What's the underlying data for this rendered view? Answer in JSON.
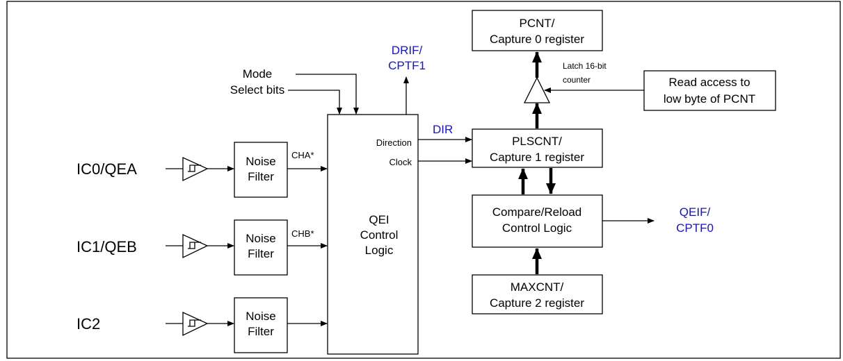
{
  "inputs": {
    "ic0": "IC0/QEA",
    "ic1": "IC1/QEB",
    "ic2": "IC2"
  },
  "noise_filter": {
    "line1": "Noise",
    "line2": "Filter"
  },
  "signals": {
    "cha": "CHA*",
    "chb": "CHB*",
    "direction": "Direction",
    "clock": "Clock",
    "dir": "DIR"
  },
  "mode_select": {
    "line1": "Mode",
    "line2": "Select bits"
  },
  "qei_block": {
    "line1": "QEI",
    "line2": "Control",
    "line3": "Logic"
  },
  "drif": {
    "line1": "DRIF/",
    "line2": "CPTF1"
  },
  "pcnt_box": {
    "line1": "PCNT/",
    "line2": "Capture 0 register"
  },
  "latch": {
    "line1": "Latch 16-bit",
    "line2": "counter"
  },
  "read_access": {
    "line1": "Read access to",
    "line2": "low byte of PCNT"
  },
  "plscnt_box": {
    "line1": "PLSCNT/",
    "line2": "Capture 1 register"
  },
  "compare_box": {
    "line1": "Compare/Reload",
    "line2": "Control Logic"
  },
  "qeif": {
    "line1": "QEIF/",
    "line2": "CPTF0"
  },
  "maxcnt_box": {
    "line1": "MAXCNT/",
    "line2": "Capture 2 register"
  },
  "colors": {
    "flag_text": "#1010ee",
    "line": "#000000"
  }
}
